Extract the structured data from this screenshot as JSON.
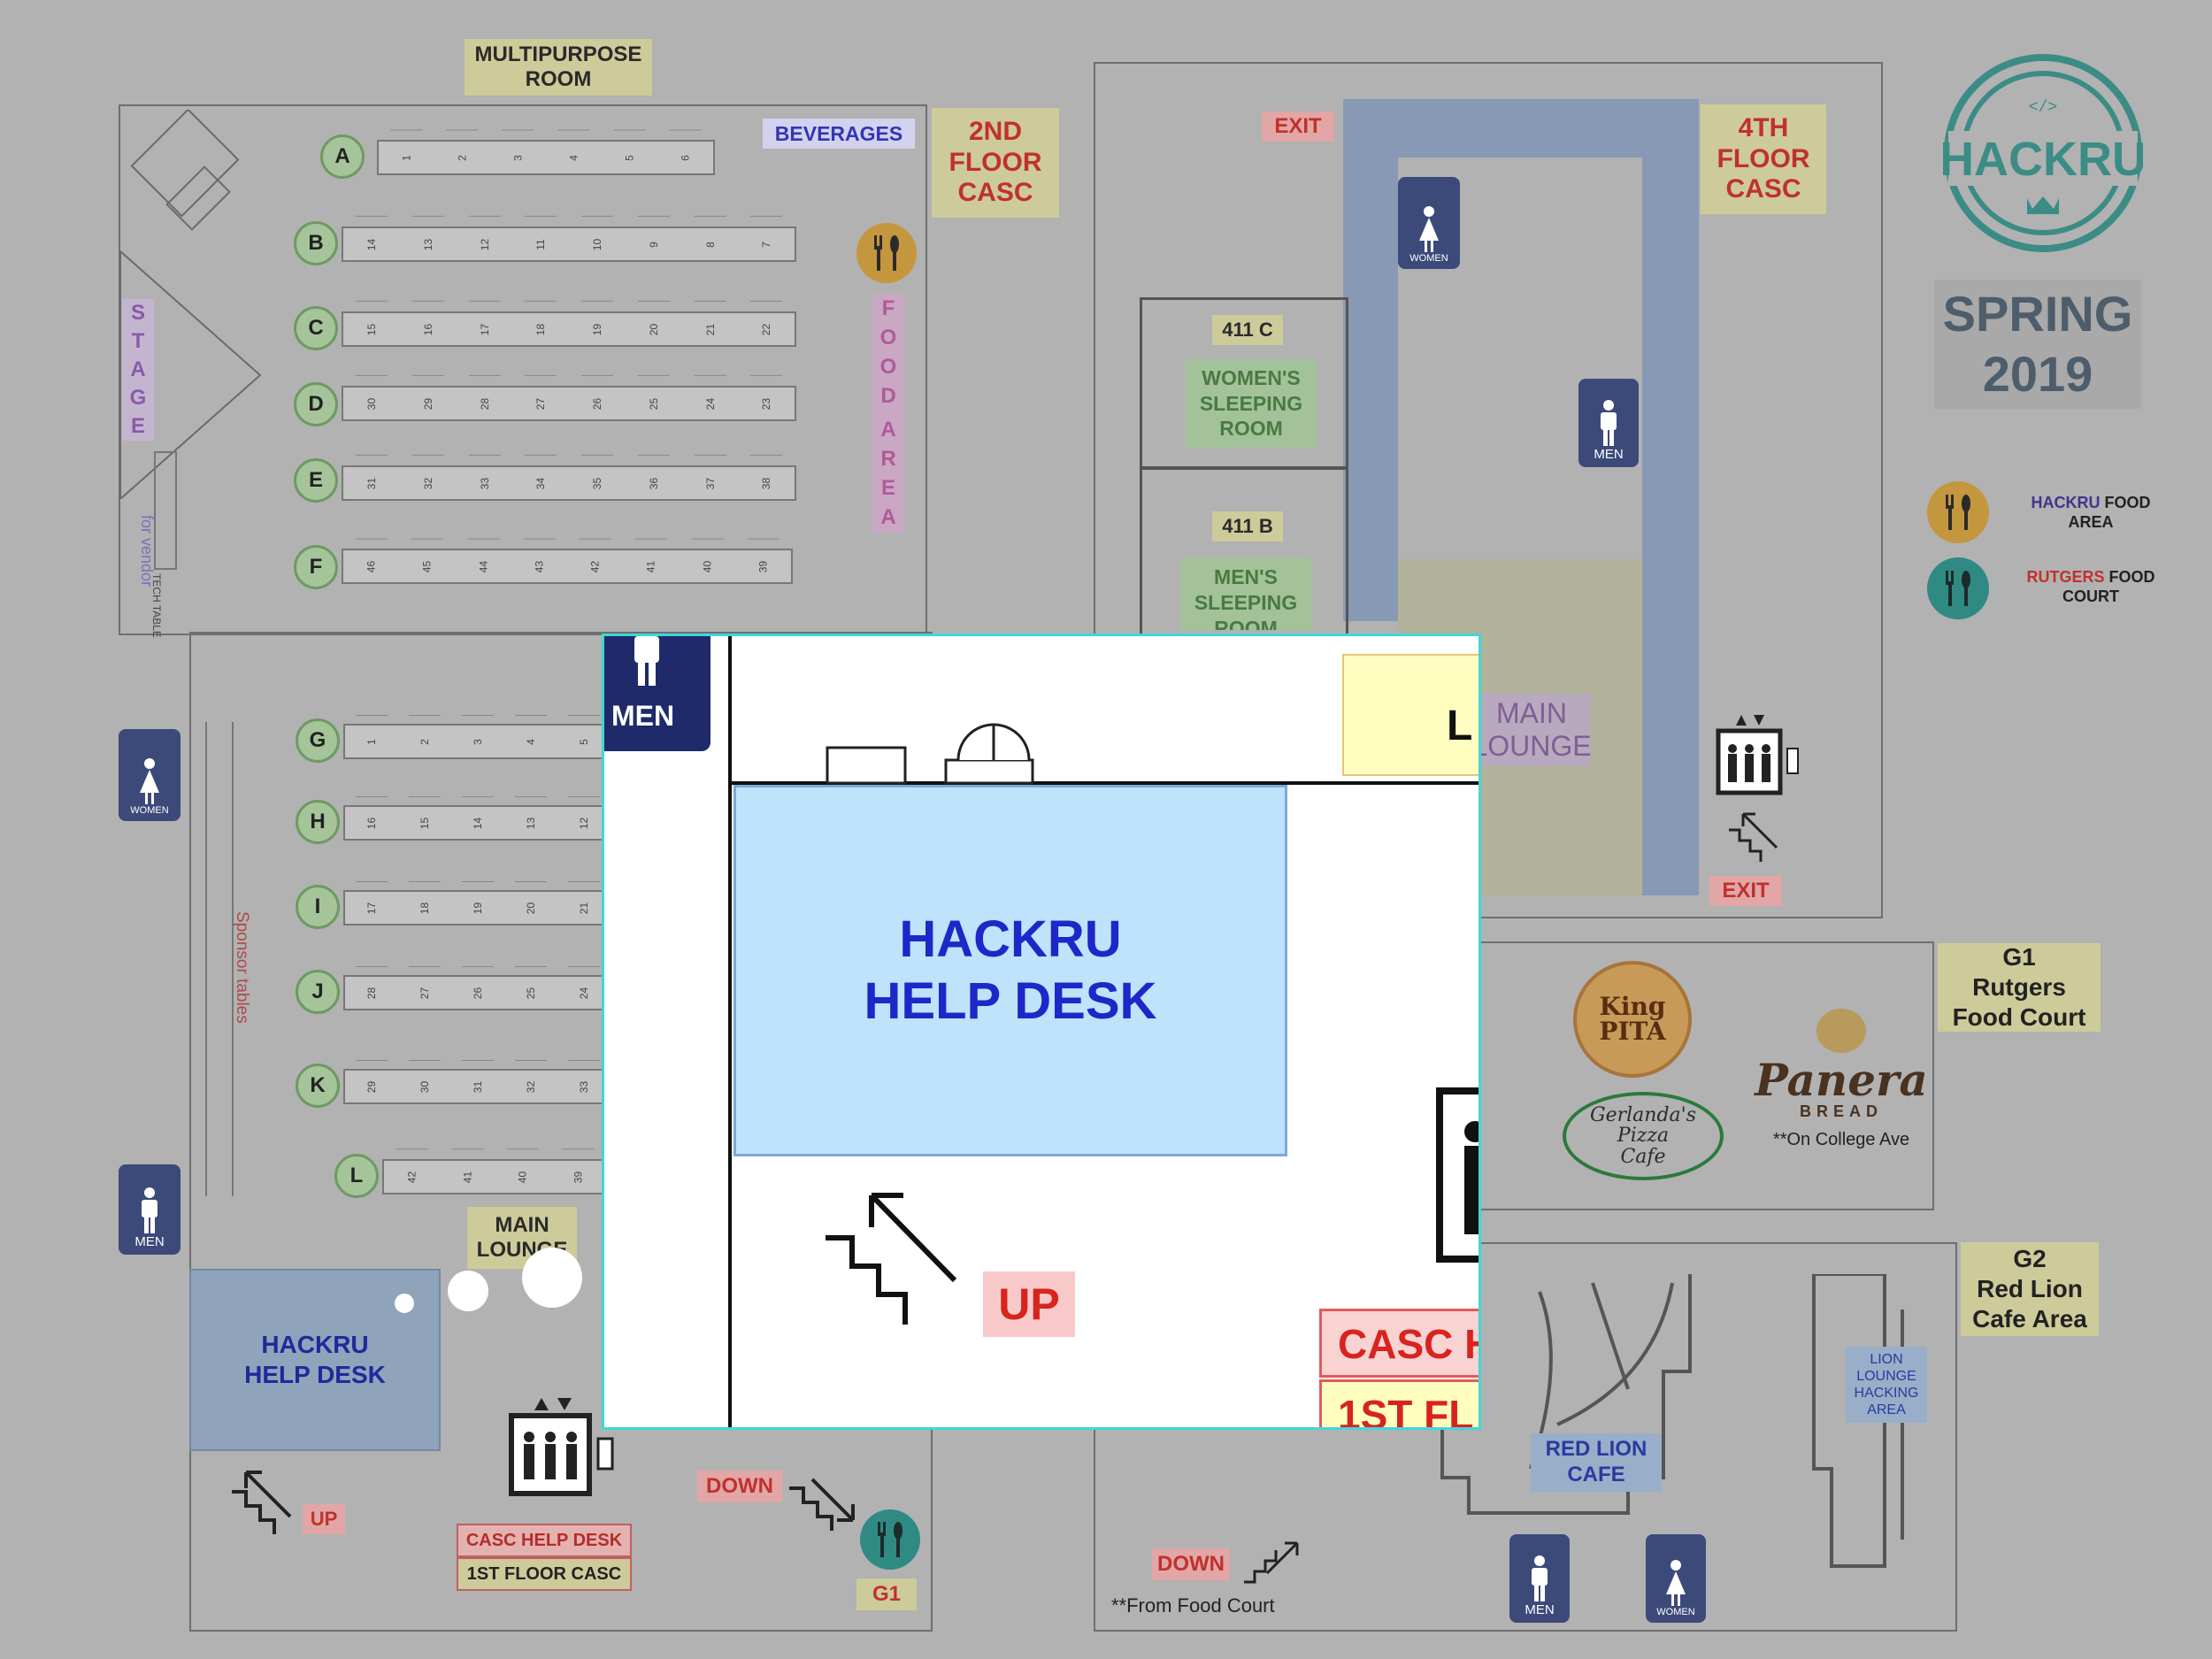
{
  "left_map": {
    "multipurpose_room": "MULTIPURPOSE\nROOM",
    "beverages": "BEVERAGES",
    "floor_2": "2ND\nFLOOR\nCASC",
    "stage_letters": [
      "S",
      "T",
      "A",
      "G",
      "E"
    ],
    "vendor_note": "for vendor",
    "tech_table": "TECH TABLE",
    "food_area_letters": [
      "F",
      "O",
      "O",
      "D",
      "",
      "A",
      "R",
      "E",
      "A"
    ],
    "sponsor_tables": "Sponsor tables",
    "main_lounge": "MAIN\nLOUNGE",
    "help_desk": "HACKRU\nHELP DESK",
    "up": "UP",
    "down": "DOWN",
    "casc_help_desk": "CASC HELP DESK",
    "first_floor_casc": "1ST FLOOR CASC",
    "g1": "G1",
    "women": "WOMEN",
    "men": "MEN",
    "rows_top": [
      {
        "label": "A",
        "tables": [
          "1",
          "2",
          "3",
          "4",
          "5",
          "6"
        ]
      },
      {
        "label": "B",
        "tables": [
          "14",
          "13",
          "12",
          "11",
          "10",
          "9",
          "8",
          "7"
        ]
      },
      {
        "label": "C",
        "tables": [
          "15",
          "16",
          "17",
          "18",
          "19",
          "20",
          "21",
          "22"
        ]
      },
      {
        "label": "D",
        "tables": [
          "30",
          "29",
          "28",
          "27",
          "26",
          "25",
          "24",
          "23"
        ]
      },
      {
        "label": "E",
        "tables": [
          "31",
          "32",
          "33",
          "34",
          "35",
          "36",
          "37",
          "38"
        ]
      },
      {
        "label": "F",
        "tables": [
          "46",
          "45",
          "44",
          "43",
          "42",
          "41",
          "40",
          "39"
        ]
      }
    ],
    "rows_bottom": [
      {
        "label": "G",
        "tables": [
          "1",
          "2",
          "3",
          "4",
          "5"
        ]
      },
      {
        "label": "H",
        "tables": [
          "16",
          "15",
          "14",
          "13",
          "12"
        ]
      },
      {
        "label": "I",
        "tables": [
          "17",
          "18",
          "19",
          "20",
          "21"
        ]
      },
      {
        "label": "J",
        "tables": [
          "28",
          "27",
          "26",
          "25",
          "24"
        ]
      },
      {
        "label": "K",
        "tables": [
          "29",
          "30",
          "31",
          "32",
          "33"
        ]
      },
      {
        "label": "L",
        "tables": [
          "42",
          "41",
          "40",
          "39"
        ]
      }
    ]
  },
  "right_map": {
    "exit": "EXIT",
    "floor_4": "4TH\nFLOOR\nCASC",
    "room_411c": "411 C",
    "womens_sleeping": "WOMEN'S\nSLEEPING\nROOM",
    "room_411b": "411 B",
    "mens_sleeping": "MEN'S\nSLEEPING\nROOM",
    "main_lounge": "MAIN\nLOUNGE",
    "men": "MEN",
    "women": "WOMEN"
  },
  "legend": {
    "brand": "HACKRU",
    "season": "SPRING\n2019",
    "hackru_food_area_1": "HACKRU",
    "hackru_food_area_2": "FOOD\nAREA",
    "rutgers_food_court_1": "RUTGERS",
    "rutgers_food_court_2": "FOOD\nCOURT"
  },
  "food_court": {
    "g1": "G1\nRutgers\nFood Court",
    "king_pita": "King\nPITA",
    "gerlandas": "Gerlanda's\nPizza\nCafe",
    "panera": "Panera",
    "panera_bread": "BREAD",
    "panera_note": "**On College Ave"
  },
  "red_lion": {
    "g2": "G2\nRed Lion\nCafe Area",
    "red_lion_cafe": "RED LION\nCAFE",
    "lion_lounge": "LION\nLOUNGE\nHACKING\nAREA",
    "down": "DOWN",
    "from_food_court": "**From Food Court",
    "men": "MEN",
    "women": "WOMEN"
  },
  "zoom_inset": {
    "men": "MEN",
    "help_desk": "HACKRU\nHELP DESK",
    "up": "UP",
    "casc_h": "CASC H",
    "first_fl": "1ST FL",
    "lounge_fragment": "L"
  },
  "colors": {
    "background": "#b2b2b2",
    "sign_tan": "#cdcb9a",
    "help_desk_blue": "#1f27c8",
    "help_desk_fill": "#bfe3fb",
    "restroom_navy": "#3c4a7a",
    "red_text": "#c0312d",
    "inset_border": "#3fd7d7",
    "hackru_teal": "#3c8c86"
  }
}
